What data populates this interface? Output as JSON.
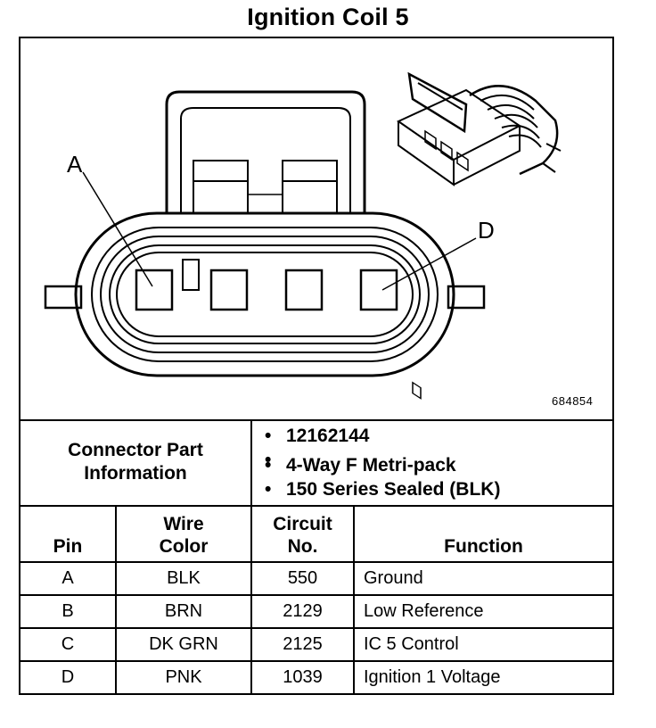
{
  "title": "Ignition Coil 5",
  "diagram": {
    "pin_labels": [
      "A",
      "D"
    ],
    "figure_id": "684854"
  },
  "connector_info": {
    "label_line1": "Connector Part",
    "label_line2": "Information",
    "part_number": "12162144",
    "desc_line1": "4-Way F Metri-pack",
    "desc_line2": "150 Series Sealed (BLK)"
  },
  "table": {
    "headers": {
      "pin": "Pin",
      "wire_color_1": "Wire",
      "wire_color_2": "Color",
      "circuit_1": "Circuit",
      "circuit_2": "No.",
      "function": "Function"
    },
    "rows": [
      {
        "pin": "A",
        "wire_color": "BLK",
        "circuit": "550",
        "function": "Ground"
      },
      {
        "pin": "B",
        "wire_color": "BRN",
        "circuit": "2129",
        "function": "Low Reference"
      },
      {
        "pin": "C",
        "wire_color": "DK GRN",
        "circuit": "2125",
        "function": "IC 5 Control"
      },
      {
        "pin": "D",
        "wire_color": "PNK",
        "circuit": "1039",
        "function": "Ignition 1 Voltage"
      }
    ]
  }
}
